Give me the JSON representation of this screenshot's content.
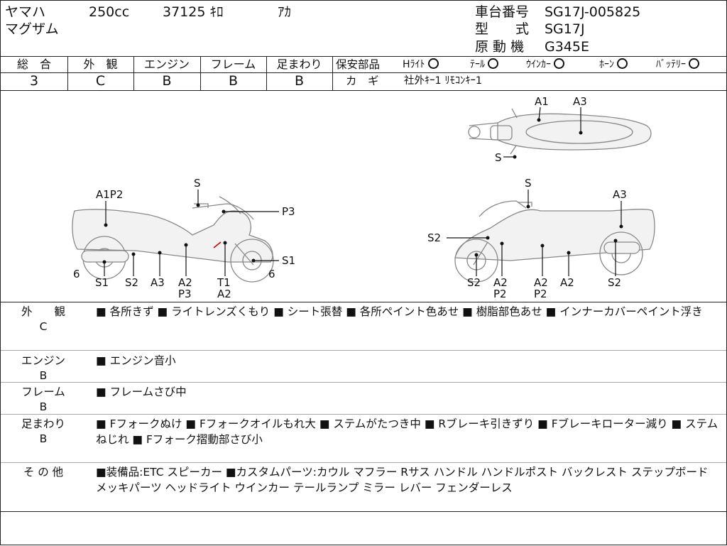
{
  "header": {
    "maker": "ヤマハ",
    "displacement": "250cc",
    "mileage": "37125 ｷﾛ",
    "color": "ｱｶ",
    "model_name": "マグザム",
    "frame_no_label": "車台番号",
    "frame_no_value": "SG17J-005825",
    "type_label": "型　　式",
    "type_value": "SG17J",
    "engine_label": "原 動 機",
    "engine_value": "G345E"
  },
  "grades": [
    {
      "label": "総　合",
      "value": "3"
    },
    {
      "label": "外　観",
      "value": "C"
    },
    {
      "label": "エンジン",
      "value": "B"
    },
    {
      "label": "フレーム",
      "value": "B"
    },
    {
      "label": "足まわり",
      "value": "B"
    }
  ],
  "safety": {
    "label": "保安部品",
    "items": [
      {
        "label": "Hﾗｲﾄ",
        "status": "ok"
      },
      {
        "label": "ﾃｰﾙ",
        "status": "ok"
      },
      {
        "label": "ｳｲﾝｶｰ",
        "status": "ok"
      },
      {
        "label": "ﾎｰﾝ",
        "status": "ok"
      },
      {
        "label": "ﾊﾞｯﾃﾘｰ",
        "status": "ok"
      }
    ]
  },
  "key": {
    "label": "カ　ギ",
    "value": "社外ｷｰ1 ﾘﾓｺﾝｷｰ1"
  },
  "diagram": {
    "left": {
      "top_labels": [
        "A1P2",
        "S"
      ],
      "right_labels": [
        "P3",
        "S1"
      ],
      "bottom_labels": [
        "6",
        "S1",
        "S2",
        "A3",
        "A2\nP3",
        "T1\nA2",
        "6"
      ]
    },
    "right": {
      "top_labels": [
        "S",
        "A3"
      ],
      "left_labels": [
        "S2"
      ],
      "bottom_labels": [
        "S2",
        "A2\nP2",
        "A2\nP2",
        "A2",
        "S2"
      ]
    },
    "top_view": {
      "labels": [
        "A1",
        "A3",
        "S"
      ]
    }
  },
  "sections": [
    {
      "label": "外　　観",
      "grade": "C",
      "text": "■ 各所きず ■ ライトレンズくもり ■ シート張替 ■ 各所ペイント色あせ ■ 樹脂部色あせ ■ インナーカバーペイント浮き"
    },
    {
      "label": "エンジン",
      "grade": "B",
      "text": "■ エンジン音小"
    },
    {
      "label": "フレーム",
      "grade": "B",
      "text": "■ フレームさび中"
    },
    {
      "label": "足まわり",
      "grade": "B",
      "text": "■ Fフォークぬけ ■ Fフォークオイルもれ大 ■ ステムがたつき中 ■ Rブレーキ引きずり ■ Fブレーキローター減り ■ ステムねじれ ■ Fフォーク摺動部さび小"
    },
    {
      "label": "そ の 他",
      "grade": "",
      "text": "■装備品:ETC スピーカー ■カスタムパーツ:カウル マフラー Rサス ハンドル ハンドルポスト バックレスト ステップボード メッキパーツ ヘッドライト ウインカー テールランプ ミラー レバー フェンダーレス"
    }
  ]
}
